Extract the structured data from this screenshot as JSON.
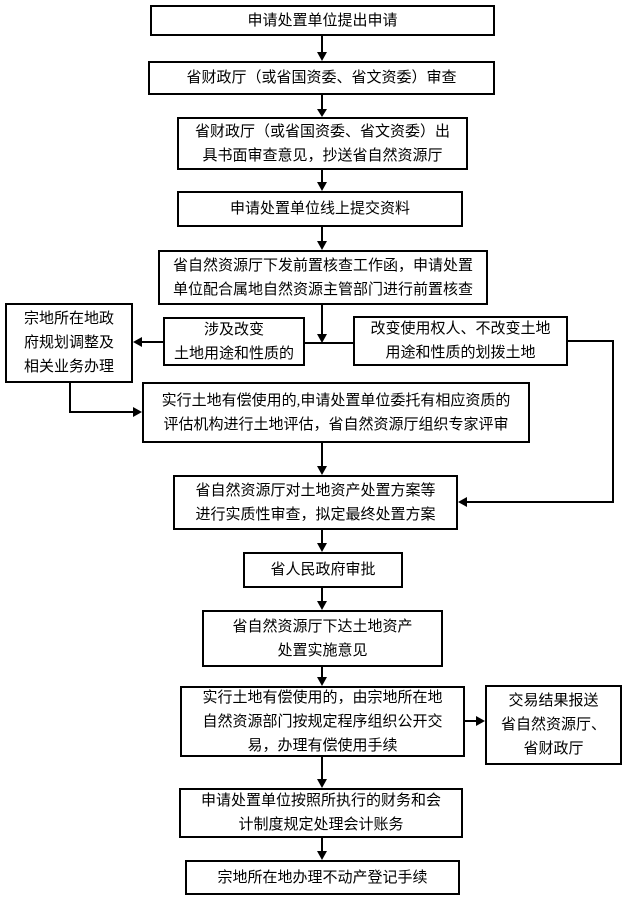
{
  "flowchart": {
    "nodes": {
      "apply": "申请处置单位提出申请",
      "finance_review": "省财政厅（或省国资委、省文资委）审查",
      "written_opinion": "省财政厅（或省国资委、省文资委）出\n具书面审查意见，抄送省自然资源厅",
      "online_submission": "申请处置单位线上提交资料",
      "pre_check": "省自然资源厅下发前置核查工作函，申请处置\n单位配合属地自然资源主管部门进行前置核查",
      "planning_adjustment": "宗地所在地政\n府规划调整及\n相关业务办理",
      "change_of_use": "涉及改变\n土地用途和性质的",
      "no_change_allocated": "改变使用权人、不改变土地\n用途和性质的划拨土地",
      "valuation": "实行土地有偿使用的,申请处置单位委托有相应资质的\n评估机构进行土地评估，省自然资源厅组织专家评审",
      "substantive_review": "省自然资源厅对土地资产处置方案等\n进行实质性审查，拟定最终处置方案",
      "government_approval": "省人民政府审批",
      "implementation_opinion": "省自然资源厅下达土地资产\n处置实施意见",
      "public_transaction": "实行土地有偿使用的，由宗地所在地\n自然资源部门按规定程序组织公开交\n易，办理有偿使用手续",
      "transaction_report": "交易结果报送\n省自然资源厅、\n省财政厅",
      "accounting": "申请处置单位按照所执行的财务和会\n计制度规定处理会计账务",
      "registration": "宗地所在地办理不动产登记手续"
    },
    "colors": {
      "background": "#ffffff",
      "node_fill": "#ffffff",
      "node_border": "#000000",
      "text": "#000000",
      "connector": "#000000"
    }
  }
}
